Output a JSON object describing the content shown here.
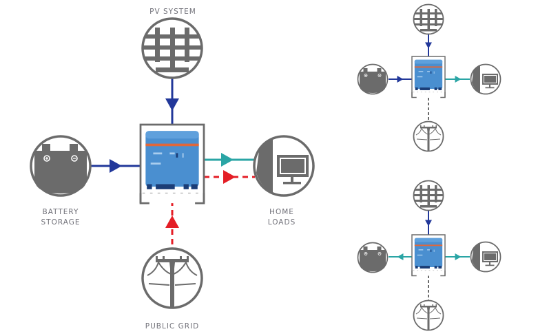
{
  "colors": {
    "icon_gray": "#6b6b6b",
    "dc_blue": "#22389a",
    "ac_teal": "#2aa5a5",
    "grid_red": "#e41e26",
    "grid_gray": "#6b6b6b",
    "inverter_blue": "#4a8fd0",
    "inverter_stripe": "#e0673a",
    "label_gray": "#707078"
  },
  "main_diagram": {
    "pv_label": "PV SYSTEM",
    "battery_label_line1": "BATTERY",
    "battery_label_line2": "STORAGE",
    "home_label_line1": "HOME",
    "home_label_line2": "LOADS",
    "grid_label": "PUBLIC GRID",
    "flows": [
      {
        "from": "pv-system",
        "to": "inverter",
        "type": "dc",
        "style": "solid",
        "color": "dc_blue"
      },
      {
        "from": "battery-storage",
        "to": "inverter",
        "type": "dc",
        "style": "solid",
        "color": "dc_blue"
      },
      {
        "from": "inverter",
        "to": "home-loads",
        "type": "ac",
        "style": "solid",
        "color": "ac_teal"
      },
      {
        "from": "inverter",
        "to": "home-loads",
        "type": "grid",
        "style": "dashed",
        "color": "grid_red"
      },
      {
        "from": "public-grid",
        "to": "inverter",
        "type": "grid",
        "style": "dashed",
        "color": "grid_red"
      }
    ]
  },
  "mini_diagram_1": {
    "flows": [
      {
        "from": "pv-system",
        "to": "inverter",
        "style": "solid",
        "color": "dc_blue"
      },
      {
        "from": "battery-storage",
        "to": "inverter",
        "style": "solid",
        "color": "dc_blue"
      },
      {
        "from": "inverter",
        "to": "home-loads",
        "style": "solid",
        "color": "ac_teal"
      },
      {
        "from": "public-grid",
        "to": "inverter",
        "style": "dashed",
        "color": "grid_gray"
      }
    ]
  },
  "mini_diagram_2": {
    "flows": [
      {
        "from": "pv-system",
        "to": "inverter",
        "style": "solid",
        "color": "dc_blue"
      },
      {
        "from": "inverter",
        "to": "battery-storage",
        "style": "solid",
        "color": "ac_teal"
      },
      {
        "from": "inverter",
        "to": "home-loads",
        "style": "solid",
        "color": "ac_teal"
      },
      {
        "from": "public-grid",
        "to": "inverter",
        "style": "dashed",
        "color": "grid_gray"
      }
    ]
  }
}
